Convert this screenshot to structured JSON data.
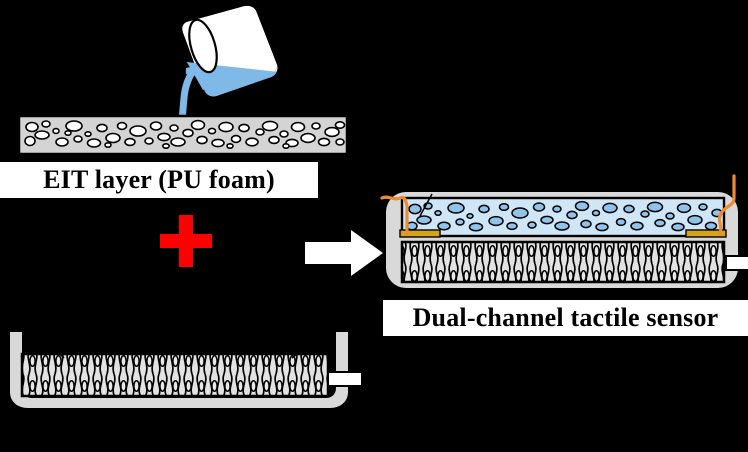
{
  "figure": {
    "type": "schematic-assembly-diagram",
    "background_color": "#000000",
    "description": "Fabrication schematic of a dual-channel tactile sensor"
  },
  "labels": {
    "eit_layer": "EIT layer (PU foam)",
    "dual_channel_sensor": "Dual-channel tactile sensor"
  },
  "operators": {
    "plus": "+",
    "arrow": "right-arrow"
  },
  "components": {
    "beaker": {
      "name": "tilted-beaker",
      "liquid_color": "#7FB9E8",
      "body_color": "#FFFFFF",
      "outline_color": "#000000",
      "pouring": "true"
    },
    "eit_layer_dry": {
      "name": "eit-foam-slab",
      "fill_color": "#D4D4D4",
      "pore_color": "#FFFFFF",
      "outline_color": "#000000"
    },
    "eit_layer_wet": {
      "name": "eit-foam-filled",
      "fill_color": "#CFE6F7",
      "pore_color": "#8FC3EA",
      "outline_color": "#000000"
    },
    "piezoresistive_layer": {
      "name": "piezoresistive-fiber-layer",
      "fill_color": "#E0E0E0",
      "fiber_color": "#000000"
    },
    "shell": {
      "name": "encapsulation-shell",
      "color": "#D9D9D9",
      "outline_color": "#000000"
    },
    "electrodes": {
      "name": "gold-electrode-pad",
      "color": "#D6A419",
      "count": 2
    },
    "wires": {
      "name": "electrode-wire",
      "color": "#F08A2E",
      "count": 2
    },
    "connector": {
      "name": "connector-tab",
      "color": "#FFFFFF",
      "outline_color": "#000000"
    }
  },
  "colors": {
    "background": "#000000",
    "plus": "#FF0000",
    "arrow": "#FFFFFF",
    "label_band": "#FFFFFF",
    "label_text": "#000000"
  }
}
